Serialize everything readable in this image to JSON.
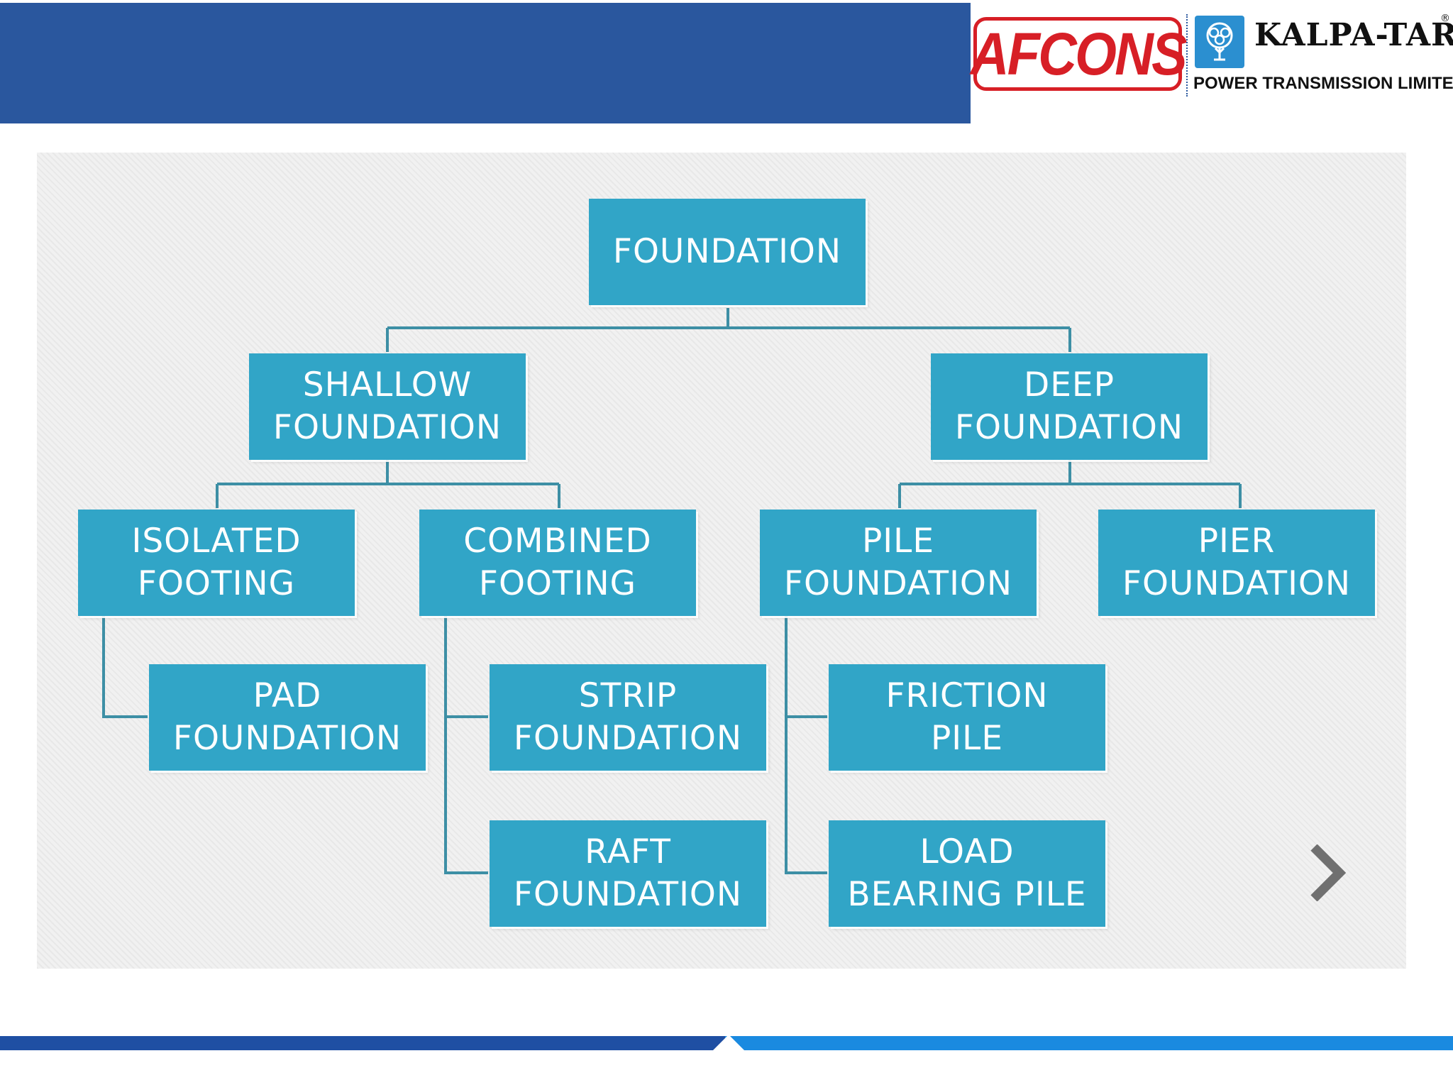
{
  "header": {
    "afcons_logo": "AFCONS",
    "kalpataru_logo": "KALPA-TARU",
    "kalpataru_registered": "®",
    "kalpataru_tagline": "POWER TRANSMISSION LIMITED"
  },
  "diagram": {
    "root": "FOUNDATION",
    "shallow": "SHALLOW\nFOUNDATION",
    "deep": "DEEP\nFOUNDATION",
    "isolated": "ISOLATED\nFOOTING",
    "combined": "COMBINED\nFOOTING",
    "pile": "PILE\nFOUNDATION",
    "pier": "PIER\nFOUNDATION",
    "pad": "PAD\nFOUNDATION",
    "strip": "STRIP\nFOUNDATION",
    "raft": "RAFT\nFOUNDATION",
    "friction": "FRICTION\nPILE",
    "load_bearing": "LOAD\nBEARING PILE"
  },
  "colors": {
    "header_blue": "#2a579e",
    "node_teal": "#31a5c7",
    "connector": "#3d8fa5",
    "afcons_red": "#d71f26",
    "kalpataru_blue": "#2b8fd0"
  },
  "icons": {
    "next": "chevron-right-icon",
    "kalpataru_emblem": "tree-icon"
  }
}
